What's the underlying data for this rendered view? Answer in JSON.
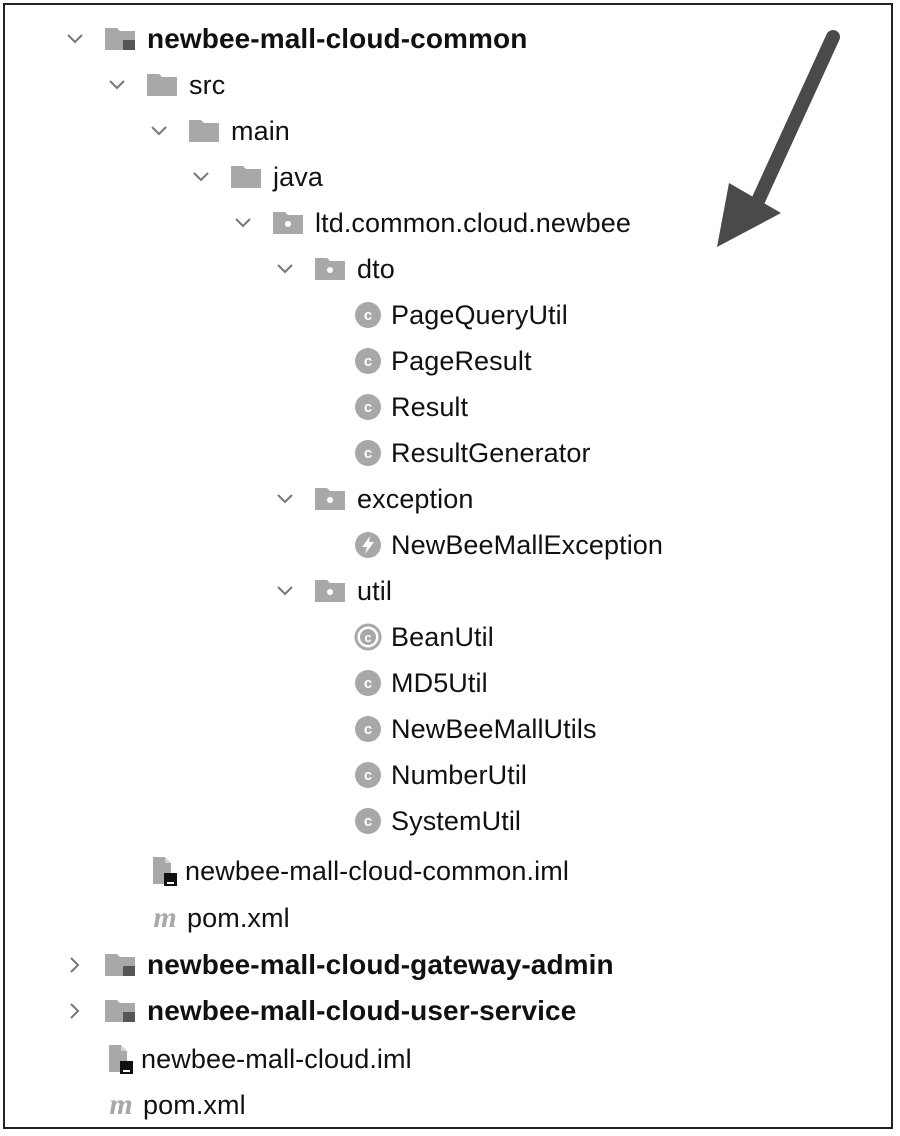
{
  "tree": {
    "items": [
      {
        "label": "newbee-mall-cloud-common",
        "type": "module",
        "expanded": true,
        "bold": true,
        "icon": "module-folder-icon"
      },
      {
        "label": "src",
        "type": "folder",
        "expanded": true,
        "icon": "folder-icon"
      },
      {
        "label": "main",
        "type": "folder",
        "expanded": true,
        "icon": "folder-icon"
      },
      {
        "label": "java",
        "type": "folder",
        "expanded": true,
        "icon": "folder-icon"
      },
      {
        "label": "ltd.common.cloud.newbee",
        "type": "package",
        "expanded": true,
        "icon": "package-icon"
      },
      {
        "label": "dto",
        "type": "package",
        "expanded": true,
        "icon": "package-icon"
      },
      {
        "label": "PageQueryUtil",
        "type": "class",
        "icon": "class-icon"
      },
      {
        "label": "PageResult",
        "type": "class",
        "icon": "class-icon"
      },
      {
        "label": "Result",
        "type": "class",
        "icon": "class-icon"
      },
      {
        "label": "ResultGenerator",
        "type": "class",
        "icon": "class-icon"
      },
      {
        "label": "exception",
        "type": "package",
        "expanded": true,
        "icon": "package-icon"
      },
      {
        "label": "NewBeeMallException",
        "type": "exception",
        "icon": "exception-class-icon"
      },
      {
        "label": "util",
        "type": "package",
        "expanded": true,
        "icon": "package-icon"
      },
      {
        "label": "BeanUtil",
        "type": "class",
        "icon": "abstract-class-icon"
      },
      {
        "label": "MD5Util",
        "type": "class",
        "icon": "class-icon"
      },
      {
        "label": "NewBeeMallUtils",
        "type": "class",
        "icon": "class-icon"
      },
      {
        "label": "NumberUtil",
        "type": "class",
        "icon": "class-icon"
      },
      {
        "label": "SystemUtil",
        "type": "class",
        "icon": "class-icon"
      },
      {
        "label": "newbee-mall-cloud-common.iml",
        "type": "iml",
        "icon": "iml-file-icon"
      },
      {
        "label": "pom.xml",
        "type": "pom",
        "icon": "maven-file-icon"
      },
      {
        "label": "newbee-mall-cloud-gateway-admin",
        "type": "module",
        "expanded": false,
        "bold": true,
        "icon": "module-folder-icon"
      },
      {
        "label": "newbee-mall-cloud-user-service",
        "type": "module",
        "expanded": false,
        "bold": true,
        "icon": "module-folder-icon"
      },
      {
        "label": "newbee-mall-cloud.iml",
        "type": "iml",
        "icon": "iml-file-icon"
      },
      {
        "label": "pom.xml",
        "type": "pom",
        "icon": "maven-file-icon"
      }
    ]
  },
  "colors": {
    "icon_gray": "#a8a8a8",
    "text": "#111111",
    "arrow": "#4a4a4a"
  }
}
